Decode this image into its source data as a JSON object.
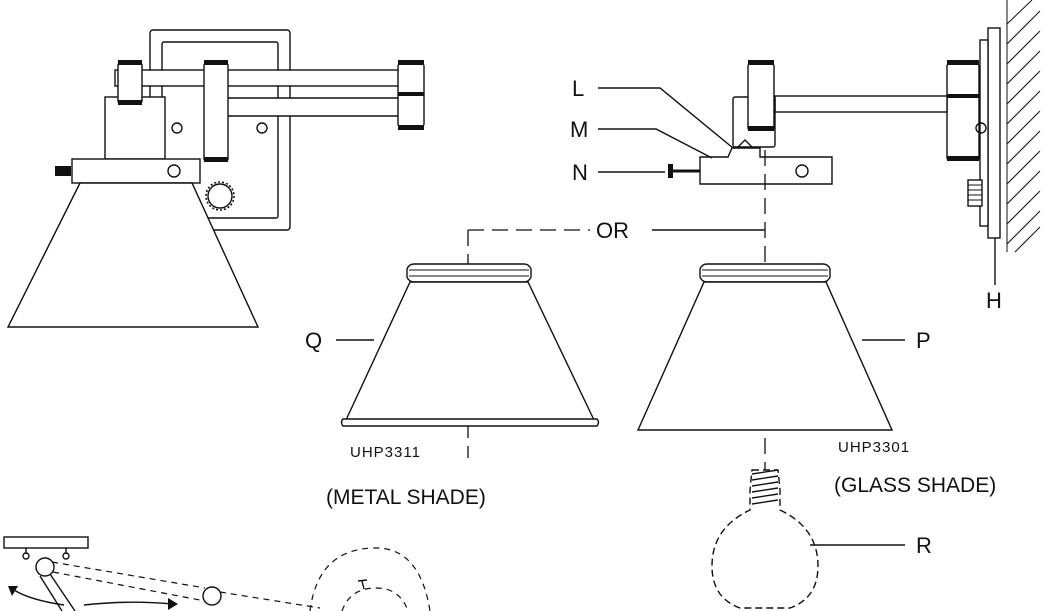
{
  "labels": {
    "L": "L",
    "M": "M",
    "N": "N",
    "OR": "OR",
    "Q": "Q",
    "P": "P",
    "H": "H",
    "R": "R"
  },
  "shades": {
    "metal_code": "UHP3311",
    "metal_caption": "(METAL SHADE)",
    "glass_code": "UHP3301",
    "glass_caption": "(GLASS SHADE)"
  },
  "colors": {
    "ink": "#111111",
    "paper": "#ffffff"
  }
}
